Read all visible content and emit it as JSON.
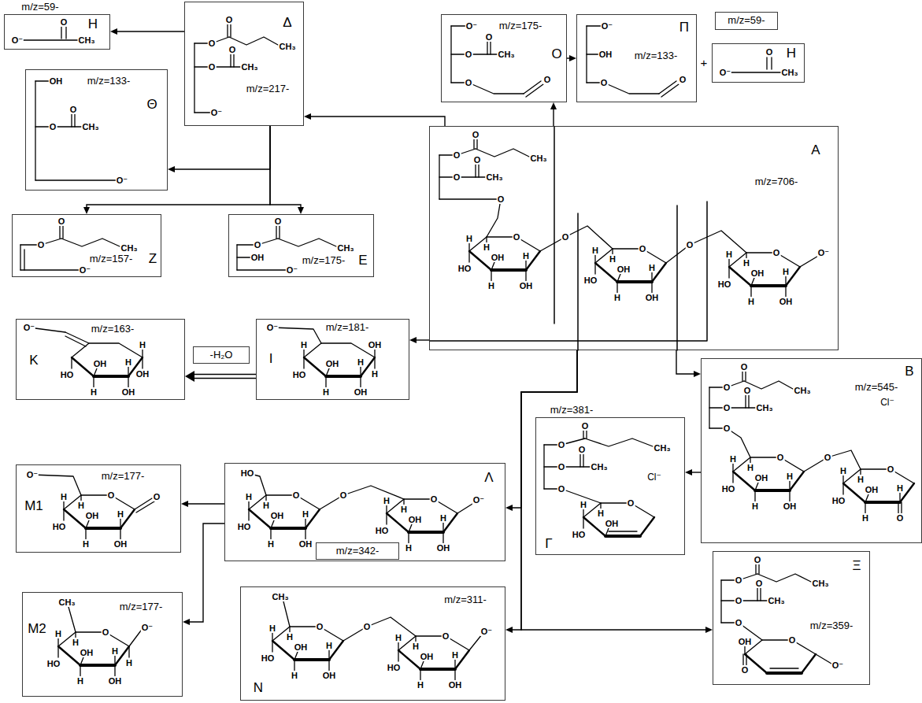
{
  "diagram": {
    "nodes": [
      {
        "text": [
          "m/z=59-",
          "H",
          "O",
          "O⁻",
          "CH₃"
        ]
      },
      {
        "text": [
          "Δ",
          "m/z=217-",
          "O",
          "O",
          "CH₃",
          "O",
          "O",
          "CH₃",
          "O⁻"
        ]
      },
      {
        "text": [
          "O⁻",
          "m/z=175-",
          "O",
          "O",
          "O",
          "CH₃",
          "O",
          "O"
        ]
      },
      {
        "text": [
          "O⁻",
          "Π",
          "OH",
          "m/z=133-",
          "O",
          "O"
        ]
      },
      {
        "text": [
          "m/z=59-"
        ]
      },
      {
        "text": [
          "H",
          "O",
          "O⁻",
          "CH₃"
        ]
      },
      {
        "text": [
          "OH",
          "m/z=133-",
          "Θ",
          "O",
          "O",
          "CH₃",
          "O⁻"
        ]
      },
      {
        "text": [
          "A",
          "m/z=706-",
          "O",
          "O",
          "CH₃",
          "O",
          "O",
          "CH₃",
          "O",
          "O",
          "H",
          "H",
          "HO",
          "OH",
          "H",
          "H",
          "OH",
          "O",
          "O",
          "H",
          "H",
          "HO",
          "OH",
          "H",
          "H",
          "OH",
          "O",
          "O",
          "H",
          "H",
          "HO",
          "OH",
          "H",
          "H",
          "OH",
          "O⁻"
        ]
      },
      {
        "text": [
          "O",
          "O",
          "CH₃",
          "m/z=157-",
          "Z",
          "O⁻"
        ]
      },
      {
        "text": [
          "O",
          "O",
          "CH₃",
          "OH",
          "m/z=175-",
          "E",
          "O⁻"
        ]
      },
      {
        "text": [
          "O⁻",
          "m/z=163-",
          "K",
          "HO",
          "OH",
          "H",
          "H",
          "OH",
          "H",
          "OH"
        ]
      },
      {
        "text": [
          "-H₂O"
        ]
      },
      {
        "text": [
          "O⁻",
          "m/z=181-",
          "I",
          "H",
          "HO",
          "OH",
          "H",
          "H",
          "OH",
          "OH",
          "H"
        ]
      },
      {
        "text": [
          "B",
          "m/z=545-",
          "Cl⁻",
          "O",
          "O",
          "CH₃",
          "O",
          "O",
          "CH₃",
          "O",
          "O",
          "H",
          "H",
          "HO",
          "OH",
          "H",
          "H",
          "OH",
          "O",
          "O",
          "H",
          "H",
          "HO",
          "OH",
          "H",
          "H",
          "O"
        ]
      },
      {
        "text": [
          "m/z=381-",
          "Γ",
          "Cl⁻",
          "O",
          "O",
          "CH₃",
          "O",
          "O",
          "CH₃",
          "O",
          "O",
          "H",
          "H",
          "HO",
          "OH"
        ]
      },
      {
        "text": [
          "HO",
          "Λ",
          "O",
          "H",
          "H",
          "HO",
          "OH",
          "H",
          "H",
          "OH",
          "O",
          "O",
          "H",
          "H",
          "HO",
          "OH",
          "H",
          "H",
          "OH",
          "O⁻"
        ]
      },
      {
        "text": [
          "m/z=342-"
        ],
        "in": 15
      },
      {
        "text": [
          "O⁻",
          "m/z=177-",
          "M1",
          "O",
          "H",
          "H",
          "HO",
          "OH",
          "H",
          "H",
          "OH",
          "O"
        ]
      },
      {
        "text": [
          "CH₃",
          "m/z=177-",
          "M2",
          "O",
          "H",
          "H",
          "HO",
          "OH",
          "H",
          "H",
          "OH",
          "H",
          "O⁻"
        ]
      },
      {
        "text": [
          "CH₃",
          "m/z=311-",
          "N",
          "O",
          "H",
          "H",
          "HO",
          "OH",
          "H",
          "H",
          "OH",
          "O",
          "O",
          "H",
          "H",
          "HO",
          "OH",
          "H",
          "H",
          "OH",
          "O⁻"
        ]
      },
      {
        "text": [
          "Ξ",
          "m/z=359-",
          "O",
          "O",
          "CH₃",
          "O",
          "O",
          "CH₃",
          "O",
          "O",
          "OH",
          "O",
          "O⁻"
        ]
      }
    ],
    "edges": [
      {
        "from": 1,
        "to": 0,
        "arrow": "to"
      },
      {
        "from": 1,
        "to": 6,
        "arrow": "to"
      },
      {
        "from": 1,
        "to": 8,
        "arrow": "to"
      },
      {
        "from": 1,
        "to": 9,
        "arrow": "to"
      },
      {
        "from": 7,
        "to": 1,
        "arrow": "to"
      },
      {
        "from": 7,
        "to": 2,
        "arrow": "to"
      },
      {
        "from": 2,
        "to": 3,
        "arrow": "to"
      },
      {
        "from": 7,
        "to": 12,
        "arrow": "to"
      },
      {
        "from": 12,
        "to": 10,
        "arrow": "to"
      },
      {
        "from": 7,
        "to": 13,
        "arrow": "to"
      },
      {
        "from": 13,
        "to": 14,
        "arrow": "to"
      },
      {
        "from": 7,
        "to": 15,
        "arrow": "to"
      },
      {
        "from": 7,
        "to": 19,
        "arrow": "to"
      },
      {
        "from": 7,
        "to": 20,
        "arrow": "to"
      },
      {
        "from": 15,
        "to": 17,
        "arrow": "to"
      },
      {
        "from": 15,
        "to": 18,
        "arrow": "to"
      }
    ],
    "labels": [
      "+"
    ]
  }
}
